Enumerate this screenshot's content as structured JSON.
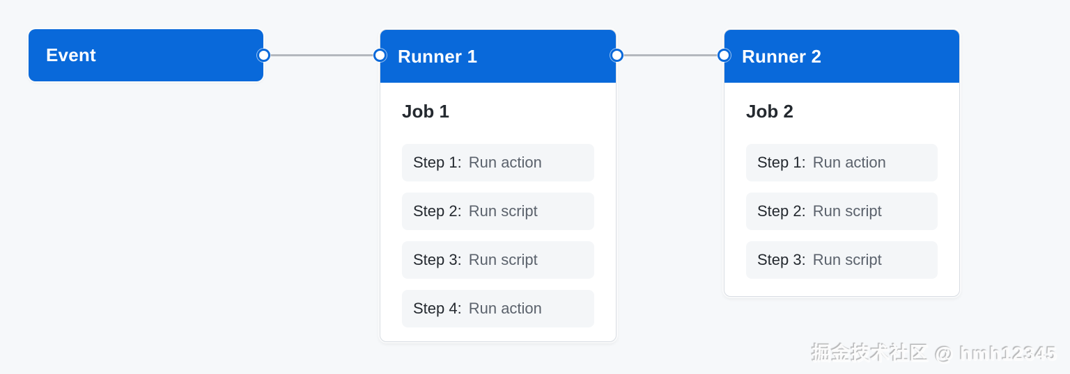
{
  "colors": {
    "accent_blue": "#0969da",
    "background": "#f6f8fa",
    "card_background": "#ffffff",
    "step_pill_background": "#f4f6f8",
    "connector_gray": "#b4b8be",
    "text_dark": "#24292f",
    "text_gray": "#5b626c"
  },
  "event": {
    "title": "Event"
  },
  "runner1": {
    "title": "Runner 1",
    "job": "Job 1",
    "steps": [
      {
        "label": "Step 1:",
        "action": "Run action"
      },
      {
        "label": "Step 2:",
        "action": "Run script"
      },
      {
        "label": "Step 3:",
        "action": "Run script"
      },
      {
        "label": "Step 4:",
        "action": "Run action"
      }
    ]
  },
  "runner2": {
    "title": "Runner 2",
    "job": "Job 2",
    "steps": [
      {
        "label": "Step 1:",
        "action": "Run action"
      },
      {
        "label": "Step 2:",
        "action": "Run script"
      },
      {
        "label": "Step 3:",
        "action": "Run script"
      }
    ]
  },
  "watermark": "掘金技术社区 @ hmh12345"
}
